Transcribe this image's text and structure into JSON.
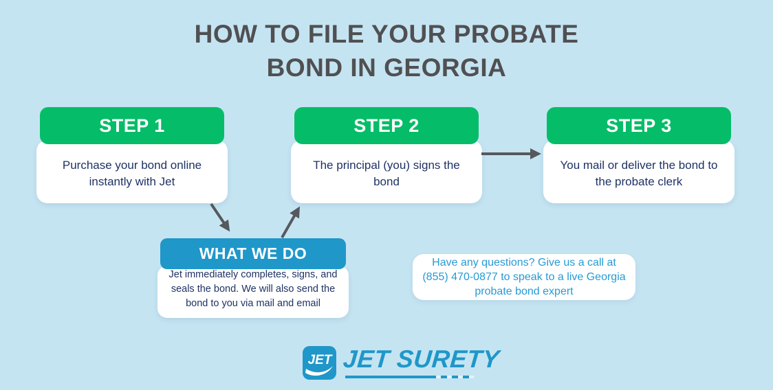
{
  "title": {
    "line1": "HOW TO FILE YOUR PROBATE",
    "line2": "BOND IN GEORGIA"
  },
  "steps": [
    {
      "header": "STEP 1",
      "body": "Purchase your bond online instantly with Jet"
    },
    {
      "header": "STEP 2",
      "body": "The principal (you) signs the bond"
    },
    {
      "header": "STEP 3",
      "body": "You mail or deliver the bond to the probate clerk"
    }
  ],
  "what_we_do": {
    "header": "WHAT WE DO",
    "body": "Jet immediately completes, signs, and seals the bond. We will also send the bond to you via mail and email"
  },
  "questions": {
    "text": "Have any questions? Give us a call at (855) 470-0877 to speak to a live Georgia probate bond expert",
    "phone": "(855) 470-0877"
  },
  "logo": {
    "icon_text": "JET",
    "wordmark": "JET SURETY"
  },
  "colors": {
    "background": "#c5e4f2",
    "green": "#05bd68",
    "blue": "#1f97c9",
    "navy": "#1e3263",
    "title_gray": "#505052",
    "arrow_gray": "#55595d",
    "question_blue": "#259bd4",
    "card_white": "#ffffff"
  }
}
